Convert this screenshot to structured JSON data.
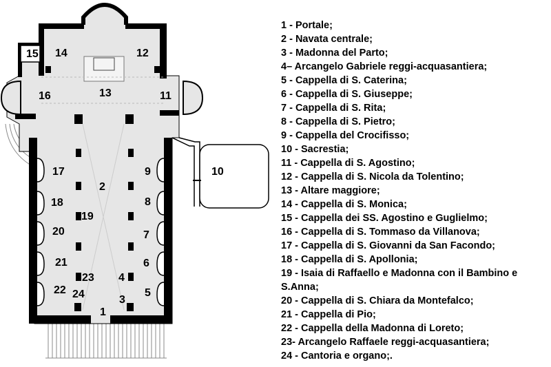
{
  "plan_labels": [
    "1",
    "2",
    "3",
    "4",
    "5",
    "6",
    "7",
    "8",
    "9",
    "10",
    "11",
    "12",
    "13",
    "14",
    "15",
    "16",
    "17",
    "18",
    "19",
    "20",
    "21",
    "22",
    "23",
    "24"
  ],
  "legend": [
    "1 - Portale;",
    "2 - Navata centrale;",
    "3 - Madonna del Parto;",
    "4– Arcangelo Gabriele reggi-acquasantiera;",
    "5 - Cappella di S. Caterina;",
    "6 - Cappella di S. Giuseppe;",
    "7 - Cappella di S. Rita;",
    "8 - Cappella di S. Pietro;",
    "9 - Cappella del Crocifisso;",
    "10 - Sacrestia;",
    "11 - Cappella di S. Agostino;",
    "12 - Cappella di S. Nicola da Tolentino;",
    "13 - Altare maggiore;",
    "14 - Cappella di S. Monica;",
    "15 - Cappella dei SS. Agostino e Guglielmo;",
    "16 - Cappella di S. Tommaso da Villanova;",
    "17 - Cappella di S. Giovanni da San Facondo;",
    "18 - Cappella di S. Apollonia;",
    "19 - Isaia di Raffaello e Madonna con il Bambino e S.Anna;",
    "20 - Cappella di S. Chiara da Montefalco;",
    "21 - Cappella di Pio;",
    "22 - Cappella della Madonna di Loreto;",
    "23- Arcangelo Raffaele reggi-acquasantiera;",
    "24 - Cantoria e organo;."
  ]
}
